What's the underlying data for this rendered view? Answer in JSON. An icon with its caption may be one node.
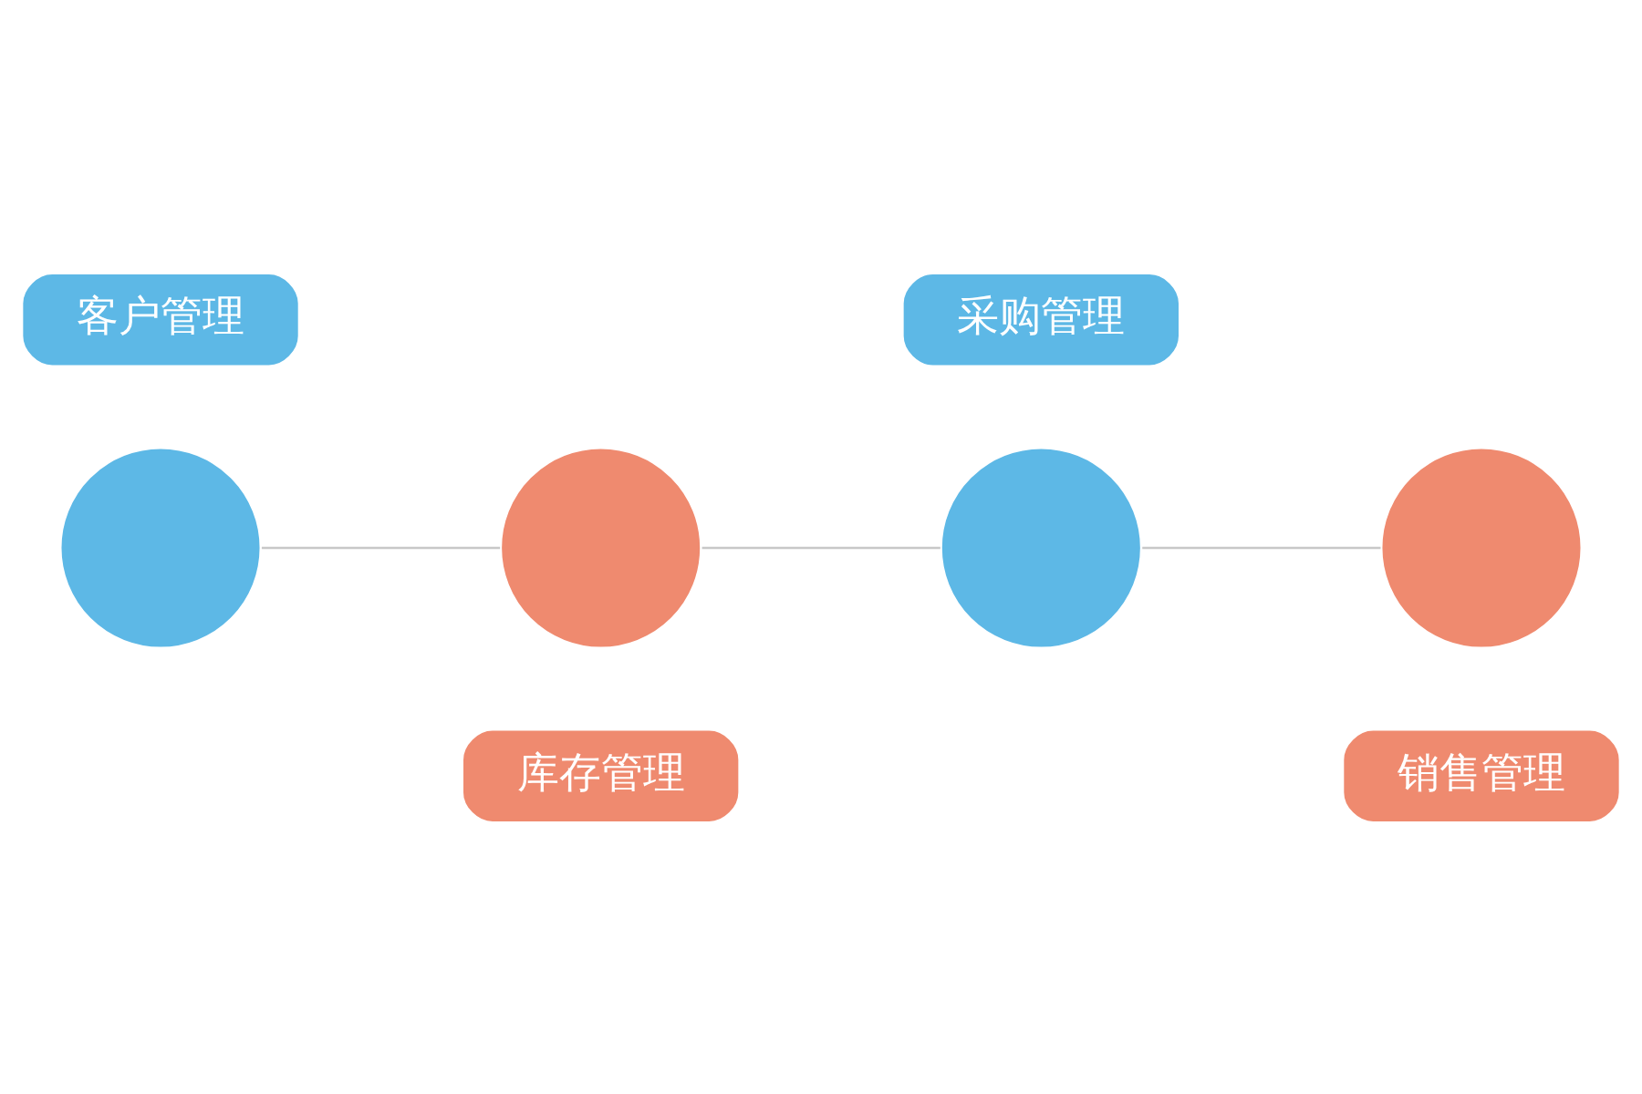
{
  "diagram": {
    "nodes": [
      {
        "text": [
          "库存管理"
        ]
      },
      {
        "text": [
          "销售管理"
        ]
      },
      {
        "text": [],
        "shape": "circle"
      },
      {
        "text": [],
        "shape": "circle"
      },
      {
        "text": [],
        "shape": "circle"
      },
      {
        "text": [],
        "shape": "circle"
      },
      {
        "text": [
          "客户管理"
        ]
      },
      {
        "text": [
          "采购管理"
        ]
      }
    ],
    "edges": [
      {
        "from": 2,
        "to": 3,
        "arrow": "none"
      },
      {
        "from": 3,
        "to": 4,
        "arrow": "none"
      },
      {
        "from": 4,
        "to": 5,
        "arrow": "none"
      }
    ]
  }
}
